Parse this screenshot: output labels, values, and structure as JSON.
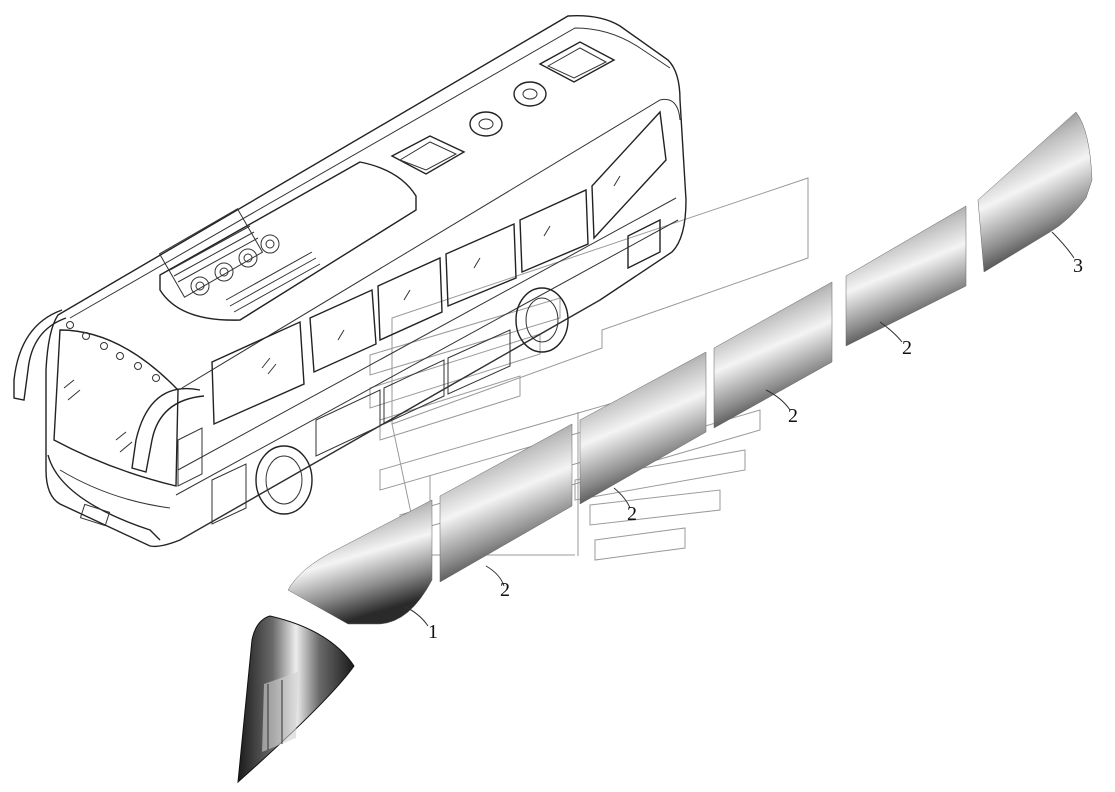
{
  "diagram": {
    "callouts": [
      {
        "id": "part-1",
        "text": "1"
      },
      {
        "id": "part-2a",
        "text": "2"
      },
      {
        "id": "part-2b",
        "text": "2"
      },
      {
        "id": "part-2c",
        "text": "2"
      },
      {
        "id": "part-2d",
        "text": "2"
      },
      {
        "id": "part-3",
        "text": "3"
      }
    ]
  }
}
